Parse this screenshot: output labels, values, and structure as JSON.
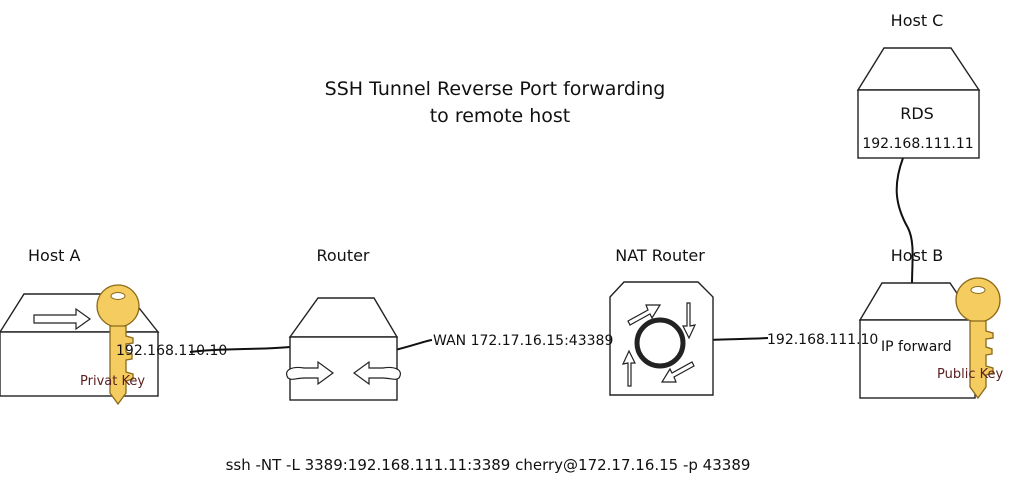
{
  "title": {
    "line1": "SSH Tunnel Reverse Port forwarding",
    "line2": "to remote host"
  },
  "hosts": {
    "host_a": {
      "label": "Host A",
      "ip": "192.168.110.10",
      "key_label": "Privat Key"
    },
    "router": {
      "label": "Router"
    },
    "nat_router": {
      "label": "NAT Router",
      "wan": "WAN 172.17.16.15:43389"
    },
    "host_b": {
      "label": "Host B",
      "ip": "192.168.111.10",
      "service": "IP forward",
      "key_label": "Public Key"
    },
    "host_c": {
      "label": "Host C",
      "service": "RDS",
      "ip": "192.168.111.11"
    }
  },
  "command": "ssh -NT -L 3389:192.168.111.11:3389 cherry@172.17.16.15 -p 43389",
  "colors": {
    "key_fill": "#f5cc5f",
    "key_label": "#5a2020"
  }
}
